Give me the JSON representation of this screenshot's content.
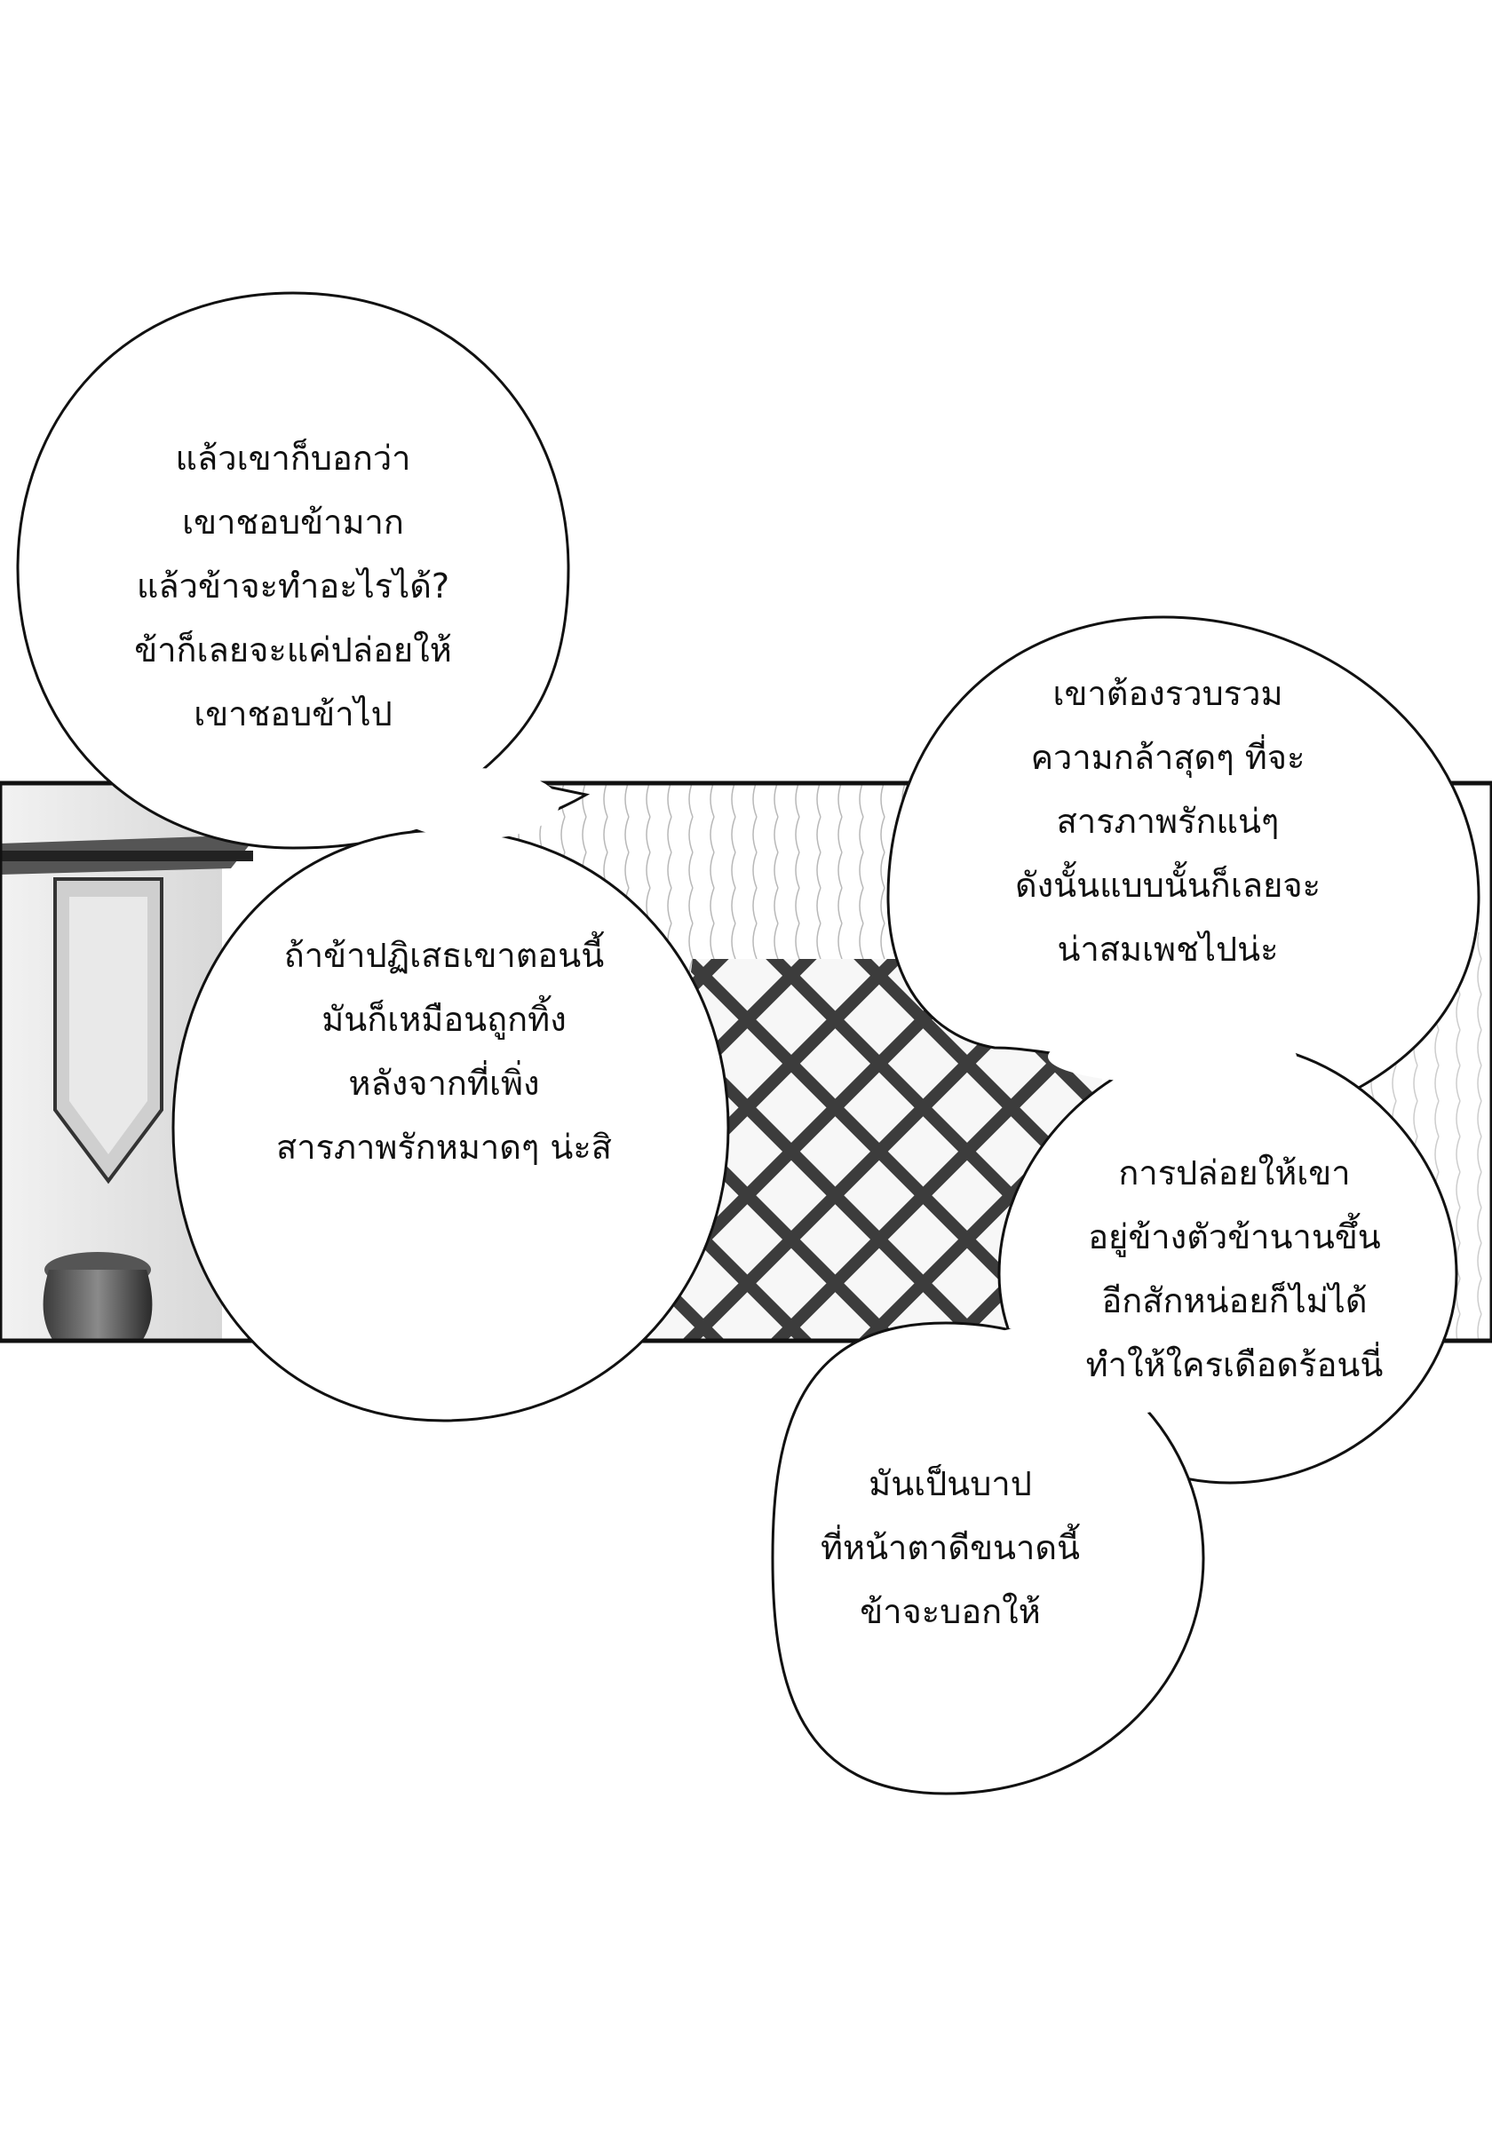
{
  "bubbles": [
    {
      "lines": [
        "แล้วเขาก็บอกว่า",
        "เขาชอบข้ามาก",
        "แล้วข้าจะทำอะไรได้?",
        "ข้าก็เลยจะแค่ปล่อยให้",
        "เขาชอบข้าไป"
      ]
    },
    {
      "lines": [
        "ถ้าข้าปฏิเสธเขาตอนนี้",
        "มันก็เหมือนถูกทิ้ง",
        "หลังจากที่เพิ่ง",
        "สารภาพรักหมาดๆ น่ะสิ"
      ]
    },
    {
      "lines": [
        "เขาต้องรวบรวม",
        "ความกล้าสุดๆ ที่จะ",
        "สารภาพรักแน่ๆ",
        "ดังนั้นแบบนั้นก็เลยจะ",
        "น่าสมเพชไปน่ะ"
      ]
    },
    {
      "lines": [
        "การปล่อยให้เขา",
        "อยู่ข้างตัวข้านานขึ้น",
        "อีกสักหน่อยก็ไม่ได้",
        "ทำให้ใครเดือดร้อนนี่"
      ]
    },
    {
      "lines": [
        "มันเป็นบาป",
        "ที่หน้าตาดีขนาดนี้",
        "ข้าจะบอกให้"
      ]
    }
  ]
}
